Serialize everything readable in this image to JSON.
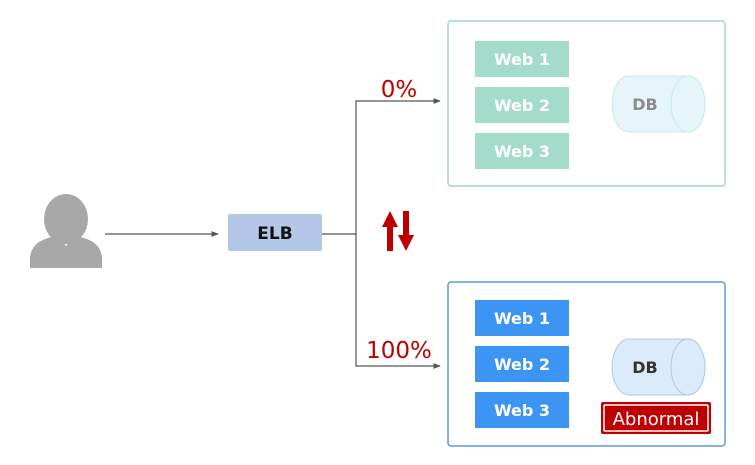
{
  "colors": {
    "user": "#a8a8a8",
    "elb_fill": "#b4c7e7",
    "line": "#555555",
    "percent_text": "#c00000",
    "arrow_up": "#c00000",
    "arrow_down": "#c00000",
    "green_border": "#9fd9cf",
    "green_web": "#a3dccb",
    "green_db_fill": "#e6f5fa",
    "green_db_stroke": "#c6e8f0",
    "green_db_text": "#8c8c8c",
    "blue_border": "#5b9bd5",
    "blue_web": "#3c95f3",
    "blue_db_fill": "#dcebf9",
    "blue_db_stroke": "#a9c9ea",
    "blue_db_text": "#333333",
    "abnormal_fill": "#c00000",
    "abnormal_text": "#ffffff"
  },
  "user": {
    "icon": "user-icon"
  },
  "elb": {
    "label": "ELB"
  },
  "switch": {
    "icon": "swap-arrows-icon"
  },
  "top_env": {
    "percent": "0%",
    "servers": [
      "Web 1",
      "Web 2",
      "Web 3"
    ],
    "db_label": "DB"
  },
  "bottom_env": {
    "percent": "100%",
    "servers": [
      "Web 1",
      "Web 2",
      "Web 3"
    ],
    "db_label": "DB",
    "status": "Abnormal"
  }
}
